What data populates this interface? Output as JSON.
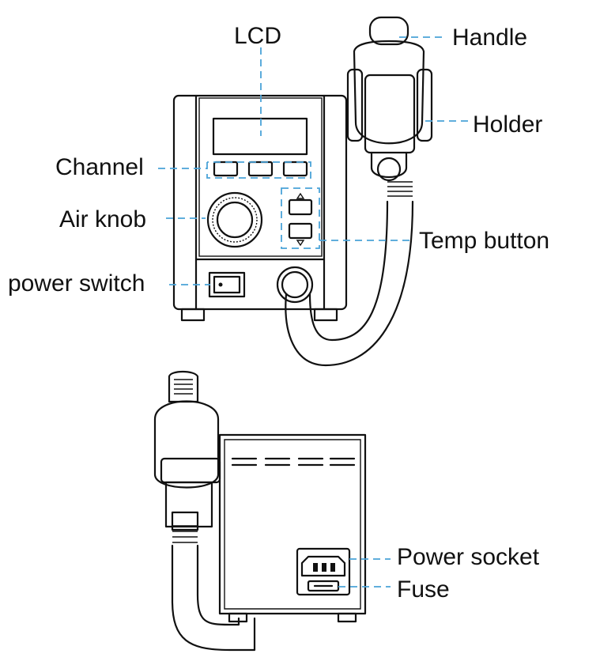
{
  "labels": {
    "lcd": "LCD",
    "handle": "Handle",
    "holder": "Holder",
    "channel": "Channel",
    "air_knob": "Air knob",
    "temp_button": "Temp button",
    "power_switch": "power switch",
    "power_socket": "Power socket",
    "fuse": "Fuse"
  },
  "colors": {
    "leader_line": "#4aa3d8",
    "outline": "#111111"
  }
}
